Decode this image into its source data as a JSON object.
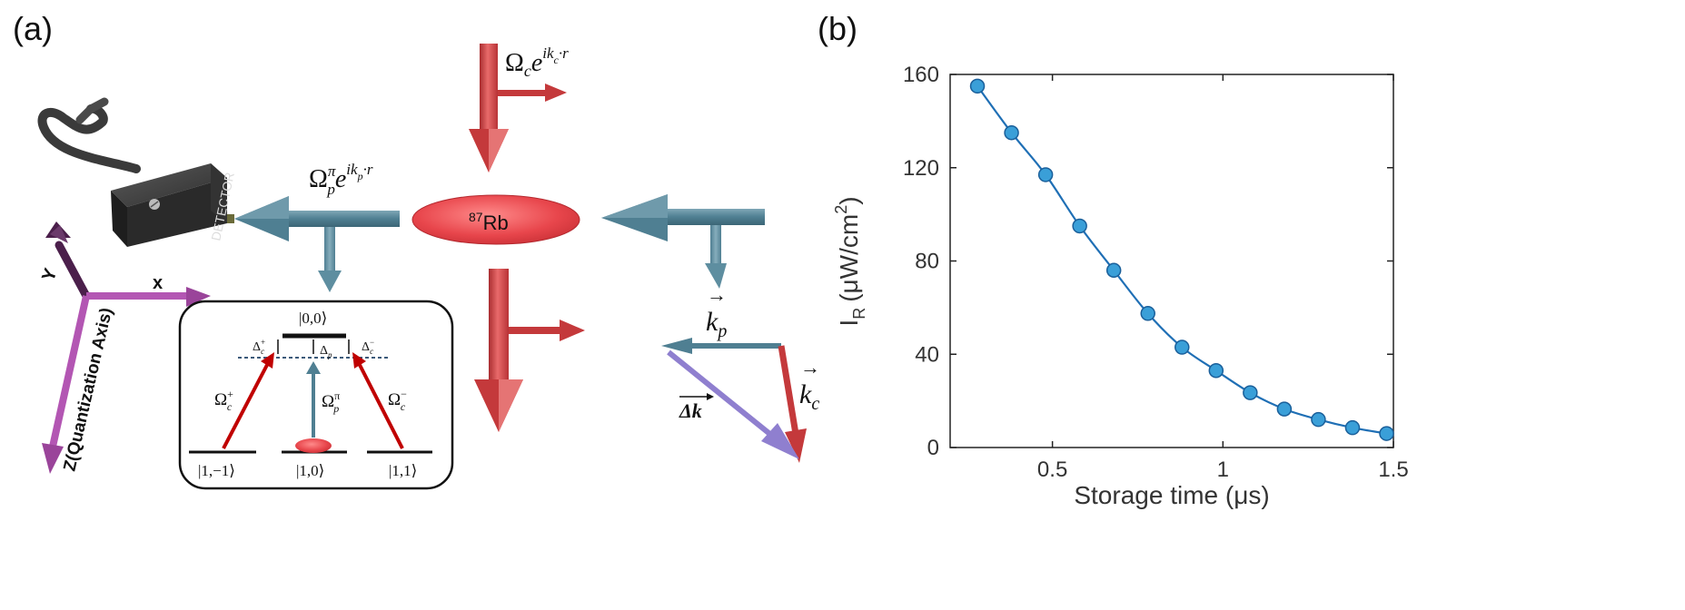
{
  "panel_a": {
    "label": "(a)",
    "detector_label": "DETECTOR",
    "atom_label": "Rb",
    "atom_isotope": "87",
    "control_field": {
      "symbol": "Ω",
      "sub": "c",
      "exp": "ik",
      "exp_sub": "c",
      "exp_tail": "·r"
    },
    "probe_field": {
      "symbol": "Ω",
      "sub": "p",
      "sup": "π",
      "exp": "ik",
      "exp_sub": "p",
      "exp_tail": "·r"
    },
    "axes": {
      "x": "x",
      "y": "Y",
      "z": "Z(Quantization Axis)"
    },
    "vectors": {
      "kp": "k",
      "kp_sub": "p",
      "kc": "k",
      "kc_sub": "c",
      "dk": "Δk"
    },
    "levels": {
      "top": "|0,0⟩",
      "bottom_left": "|1,−1⟩",
      "bottom_mid": "|1,0⟩",
      "bottom_right": "|1,1⟩"
    },
    "detunings": {
      "left": "Δ",
      "left_sub": "c",
      "left_sup": "+",
      "mid": "Δ",
      "mid_sub": "p",
      "right": "Δ",
      "right_sub": "c",
      "right_sup": "−"
    },
    "couplings": {
      "left": "Ω",
      "left_sub": "c",
      "left_sup": "+",
      "mid": "Ω",
      "mid_sub": "p",
      "mid_sup": "π",
      "right": "Ω",
      "right_sub": "c",
      "right_sup": "−"
    },
    "colors": {
      "control": "#c4393b",
      "probe": "#4f7f92",
      "dk": "#8f7fcf",
      "axis": "#b356b3",
      "axis_dark": "#4b1f4b",
      "atom": "#e8464c"
    }
  },
  "panel_b": {
    "label": "(b)",
    "chart_data": {
      "type": "scatter",
      "title": "",
      "xlabel": "Storage time (μs)",
      "ylabel": "I",
      "ylabel_sub": "R",
      "ylabel_unit": "(μW/cm",
      "ylabel_unit_sup": "2",
      "ylabel_unit_close": ")",
      "xlim": [
        0.2,
        1.5
      ],
      "ylim": [
        0,
        160
      ],
      "xticks": [
        0.5,
        1,
        1.5
      ],
      "xtick_labels": [
        "0.5",
        "1",
        "1.5"
      ],
      "yticks": [
        0,
        40,
        80,
        120,
        160
      ],
      "ytick_labels": [
        "0",
        "40",
        "80",
        "120",
        "160"
      ],
      "grid": false,
      "series": [
        {
          "marker": "circle",
          "color": "#3a9fd8",
          "x": [
            0.28,
            0.38,
            0.48,
            0.58,
            0.68,
            0.78,
            0.88,
            0.98,
            1.08,
            1.18,
            1.28,
            1.38,
            1.48
          ],
          "y": [
            155,
            135,
            117,
            95,
            76,
            57.5,
            43,
            33,
            23.5,
            16.5,
            12,
            8.5,
            6
          ]
        }
      ],
      "fit_color": "#1f6fb5"
    }
  }
}
